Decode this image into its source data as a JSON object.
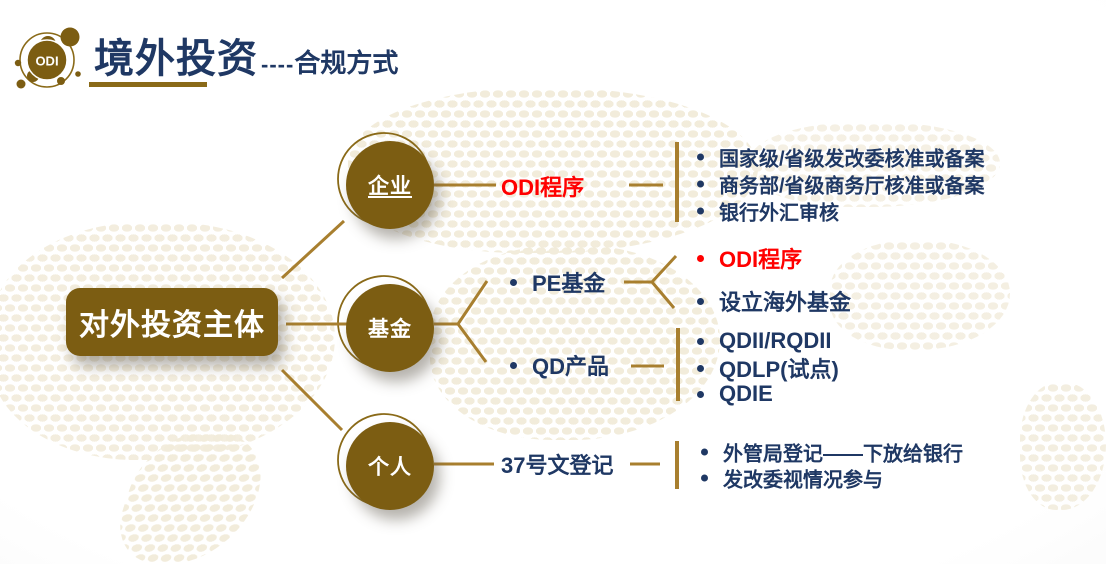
{
  "header": {
    "logo_text": "ODI",
    "title": "境外投资",
    "dashes": "----",
    "subtitle": "合规方式"
  },
  "root": {
    "label": "对外投资主体"
  },
  "enterprise": {
    "node": "企业",
    "process": "ODI程序",
    "items": [
      "国家级/省级发改委核准或备案",
      "商务部/省级商务厅核准或备案",
      "银行外汇审核"
    ]
  },
  "fund": {
    "node": "基金",
    "pe": {
      "label": "PE基金",
      "items": [
        "ODI程序",
        "设立海外基金"
      ]
    },
    "qd": {
      "label": "QD产品",
      "items": [
        "QDII/RQDII",
        "QDLP(试点)",
        "QDIE"
      ]
    }
  },
  "individual": {
    "node": "个人",
    "process": "37号文登记",
    "items": [
      "外管局登记——下放给银行",
      "发改委视情况参与"
    ]
  },
  "colors": {
    "navy_text": "#1f3864",
    "highlight_red": "#ff0000",
    "gold_shape": "#7c5d12",
    "gold_line": "#a87f2f",
    "map_dot_beige": "#f2ecdb"
  }
}
